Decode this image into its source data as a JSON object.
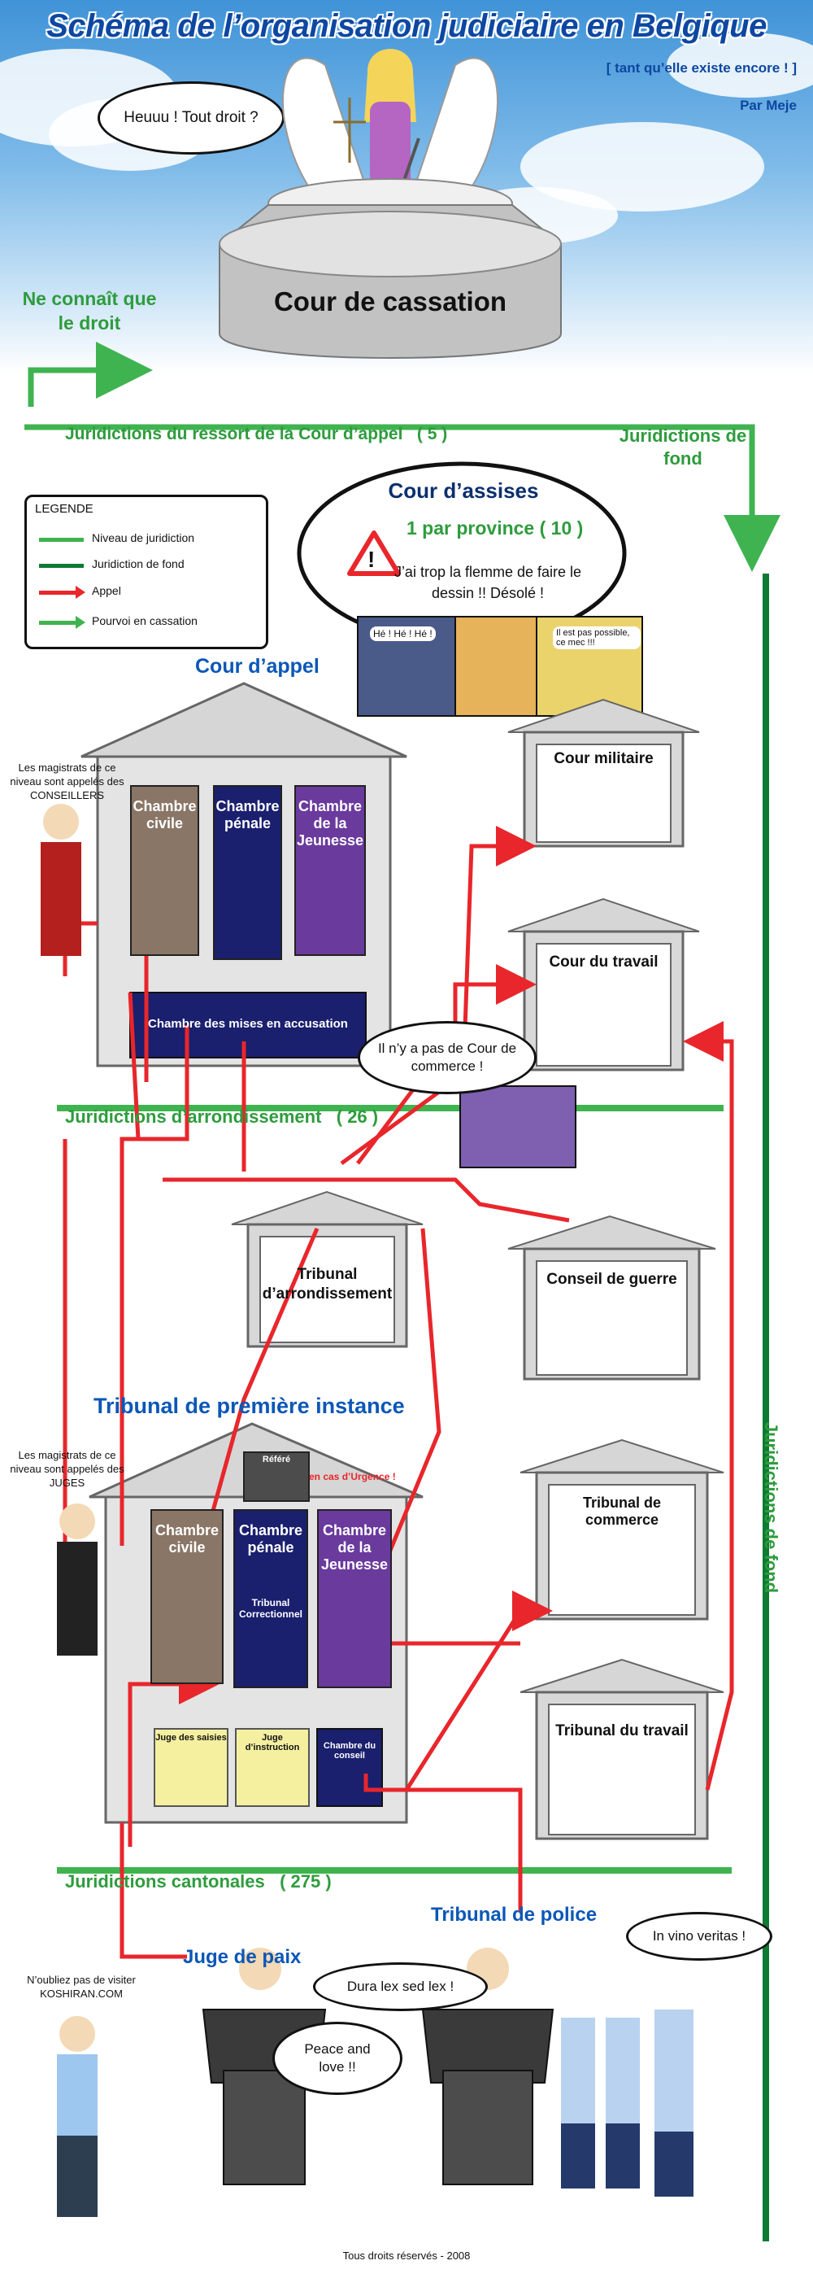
{
  "header": {
    "title": "Schéma de l’organisation judiciaire en Belgique",
    "subtitle": "[ tant qu’elle existe encore ! ]",
    "author": "Par Meje"
  },
  "top": {
    "bubble_text": "Heuuu ! Tout droit ?",
    "cassation_label": "Cour de cassation",
    "ne_connait": "Ne connaît que le droit",
    "ressort_label": "Juridictions du ressort de la Cour d’appel",
    "ressort_count": "( 5 )",
    "fond_label_top": "Juridictions de fond"
  },
  "legend": {
    "title": "LEGENDE",
    "items": [
      {
        "label": "Niveau de juridiction",
        "color": "#3fb34f"
      },
      {
        "label": "Juridiction de fond",
        "color": "#0e7a32"
      },
      {
        "label": "Appel",
        "color": "#e8262b"
      },
      {
        "label": "Pourvoi en cassation",
        "color": "#3fb34f"
      }
    ]
  },
  "assises": {
    "title": "Cour d’assises",
    "count": "1 par province ( 10 )",
    "note": "J’ai trop la flemme de faire le dessin !! Désolé !",
    "comic1": "Hé ! Hé ! Hé !",
    "comic2": "Il est pas possible, ce mec !!!"
  },
  "appel": {
    "title": "Cour d’appel",
    "magistrats": "Les magistrats de ce niveau sont appelés des CONSEILLERS",
    "chambres": [
      "Chambre civile",
      "Chambre pénale",
      "Chambre de la Jeunesse"
    ],
    "accusation": "Chambre des mises en accusation"
  },
  "right_houses": {
    "militaire": "Cour militaire",
    "travail": "Cour du travail",
    "guerre": "Conseil de guerre",
    "commerce": "Tribunal de commerce",
    "trib_travail": "Tribunal du travail"
  },
  "arrondissement": {
    "bubble": "Il n’y a pas de Cour de commerce !",
    "label": "Juridictions d’arrondissement",
    "count": "( 26 )",
    "tribunal": "Tribunal d’arrondissement"
  },
  "premiere": {
    "title": "Tribunal de première instance",
    "refere": "Référé",
    "urgence": "en cas d’Urgence !",
    "magistrats": "Les magistrats de ce niveau sont appelés des JUGES",
    "chambres": [
      "Chambre civile",
      "Chambre pénale",
      "Chambre de la Jeunesse"
    ],
    "correctionnel": "Tribunal Correctionnel",
    "saisies": "Juge des saisies",
    "instruction": "Juge d’instruction",
    "conseil": "Chambre du conseil"
  },
  "fond_vertical": "Juridictions de fond",
  "cantonales": {
    "label": "Juridictions cantonales",
    "count": "( 275 )",
    "police": "Tribunal de police",
    "paix": "Juge de paix"
  },
  "bottom": {
    "visit": "N’oubliez pas de visiter KOSHIRAN.COM",
    "dura": "Dura lex sed lex !",
    "vino": "In vino veritas !",
    "peace": "Peace and love !!",
    "copyright": "Tous droits réservés - 2008"
  }
}
